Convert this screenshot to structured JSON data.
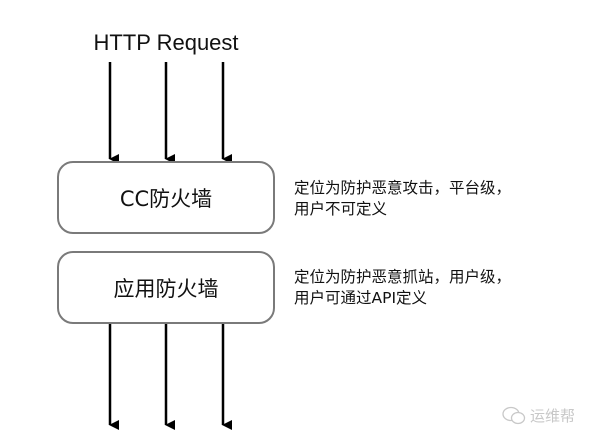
{
  "diagram": {
    "input_label": "HTTP Request",
    "layers": [
      {
        "name": "CC防火墙",
        "description_line1": "定位为防护恶意攻击，平台级，",
        "description_line2": "用户不可定义"
      },
      {
        "name": "应用防火墙",
        "description_line1": "定位为防护恶意抓站，用户级，",
        "description_line2": "用户可通过API定义"
      }
    ],
    "watermark": "运维帮",
    "watermark_icon": "wechat-icon",
    "colors": {
      "arrow": "#000000",
      "box_border": "#7a7a7a",
      "text": "#111111",
      "watermark": "#c8c8c8"
    }
  }
}
